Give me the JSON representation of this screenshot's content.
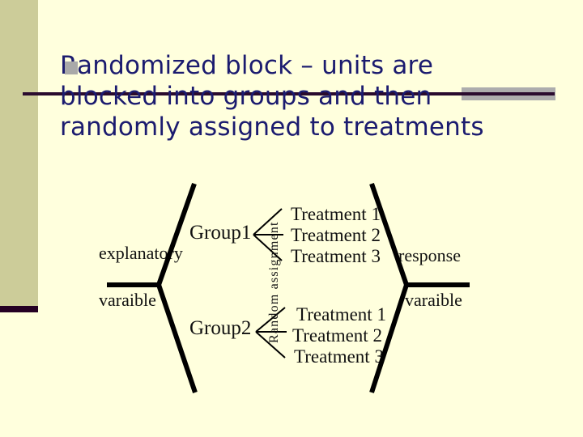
{
  "slide": {
    "background_color": "#FFFFDD",
    "accent_band_color": "#CCCC99",
    "rule_color": "#2A0B2E",
    "shadow_color": "#ADADAD",
    "title_color": "#1B1B6F",
    "bullet_glyph": "square-bullet"
  },
  "title": {
    "bullet": "n",
    "lines": [
      "Randomized block – units are",
      "blocked into groups and then",
      "randomly assigned to treatments"
    ]
  },
  "diagram": {
    "type": "experiment-design-tree",
    "left": {
      "line1": "explanatory",
      "line2": "varaible"
    },
    "groups": [
      {
        "label": "Group1"
      },
      {
        "label": "Group2"
      }
    ],
    "random_assignment_label": "Random assignment",
    "branches": [
      {
        "from": "Group1",
        "treatments": [
          "Treatment 1",
          "Treatment 2",
          "Treatment 3"
        ]
      },
      {
        "from": "Group2",
        "treatments": [
          "Treatment 1",
          "Treatment 2",
          "Treatment 3"
        ]
      }
    ],
    "right": {
      "line1": "response",
      "line2": "varaible"
    }
  }
}
